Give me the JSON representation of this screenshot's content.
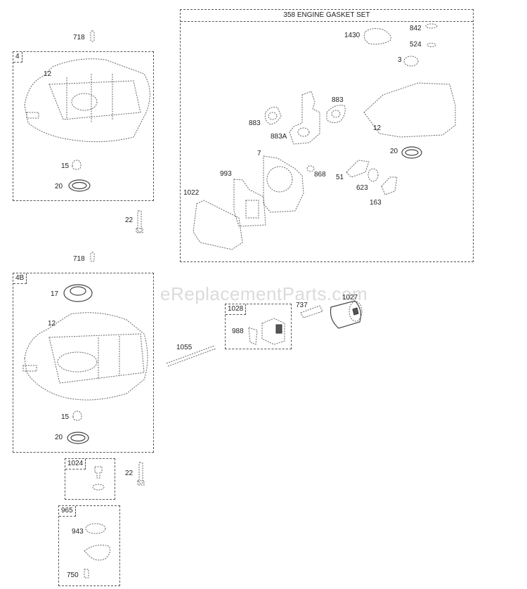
{
  "diagram": {
    "watermark": "eReplacementParts.com",
    "groups": {
      "engine_gasket_set": {
        "tag": "358",
        "title": "358 ENGINE GASKET SET"
      },
      "sump_4": {
        "tag": "4"
      },
      "sump_4b": {
        "tag": "4B"
      },
      "oil_filter_adapter": {
        "tag": "1028"
      },
      "kit_1024": {
        "tag": "1024"
      },
      "gasket_kit_965": {
        "tag": "965"
      }
    },
    "labels": {
      "p718_top": "718",
      "p12_sump4": "12",
      "p15_sump4": "15",
      "p20_sump4": "20",
      "p22_mid": "22",
      "p718_mid": "718",
      "p17_sump4b": "17",
      "p12_sump4b": "12",
      "p15_sump4b": "15",
      "p20_sump4b": "20",
      "p22_bottom": "22",
      "p1430": "1430",
      "p842": "842",
      "p524": "524",
      "p3": "3",
      "p883_left": "883",
      "p883_right": "883",
      "p883A": "883A",
      "p12_gasket": "12",
      "p20_gasket": "20",
      "p7": "7",
      "p868": "868",
      "p51": "51",
      "p623": "623",
      "p163": "163",
      "p993": "993",
      "p1022": "1022",
      "p1055": "1055",
      "p988": "988",
      "p737": "737",
      "p1027": "1027",
      "p943": "943",
      "p750": "750"
    }
  }
}
